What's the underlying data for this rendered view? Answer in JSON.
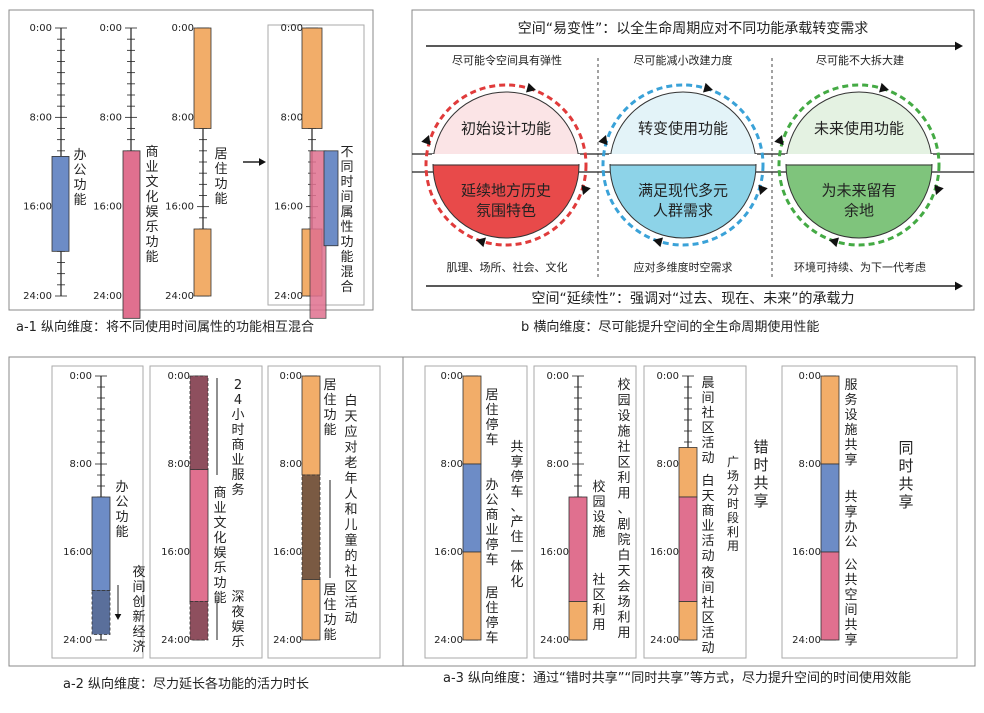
{
  "times": [
    "0:00",
    "8:00",
    "16:00",
    "24:00"
  ],
  "colors": {
    "office": "#6d8cc6",
    "commercial": "#e0708f",
    "residential": "#f2ad69",
    "dark": "#8e4f5e",
    "grey": "#bdbdbd"
  },
  "panel_a1": {
    "caption": "a-1 纵向维度：将不同使用时间属性的功能相互混合",
    "office": "办公功能",
    "commercial": "商业文化娱乐功能",
    "residential": "居住功能",
    "mixed": "不同时间属性功能混合"
  },
  "panel_b": {
    "caption": "b 横向维度：尽可能提升空间的全生命周期使用性能",
    "top_banner": "空间“易变性”：以全生命周期应对不同功能承载转变需求",
    "bottom_banner": "空间“延续性”：强调对“过去、现在、未来”的承载力",
    "top_notes": [
      "尽可能令空间具有弹性",
      "尽可能减小改建力度",
      "尽可能不大拆大建"
    ],
    "bottom_notes": [
      "肌理、场所、社会、文化",
      "应对多维度时空需求",
      "环境可持续、为下一代考虑"
    ],
    "upper_labels": [
      "初始设计功能",
      "转变使用功能",
      "未来使用功能"
    ],
    "lower_labels": [
      [
        "延续地方历史",
        "氛围特色"
      ],
      [
        "满足现代多元",
        "人群需求"
      ],
      [
        "为未来留有",
        "余地"
      ]
    ]
  },
  "panel_a2": {
    "caption": "a-2 纵向维度：尽力延长各功能的活力时长",
    "office": "办公功能",
    "night_innovation": "夜间创新经济",
    "service_24h": "24小时商业服务",
    "commercial": "商业文化娱乐功能",
    "late_night": "深夜娱乐",
    "residential_top": "居住功能",
    "community": "白天应对老年人和儿童的社区活动",
    "residential_bottom": "居住功能"
  },
  "panel_a3": {
    "caption": "a-3 纵向维度：通过“错时共享”“同时共享”等方式，尽力提升空间的时间使用效能",
    "col1": [
      "居住停车",
      "办公商业停车",
      "居住停车"
    ],
    "col1_right": "共享停车、产住一体化",
    "col2_top": "校园设施社区利用、剧院白天会场利用",
    "col2": [
      "校园设施",
      "社区利用"
    ],
    "col3": [
      "晨间社区活动",
      "白天商业活动",
      "夜间社区活动"
    ],
    "col3_right": "广场分时段利用",
    "staggered_label": "错时共享",
    "col4": [
      "服务设施共享",
      "共享办公",
      "公共空间共享"
    ],
    "simultaneous_label": "同时共享"
  }
}
